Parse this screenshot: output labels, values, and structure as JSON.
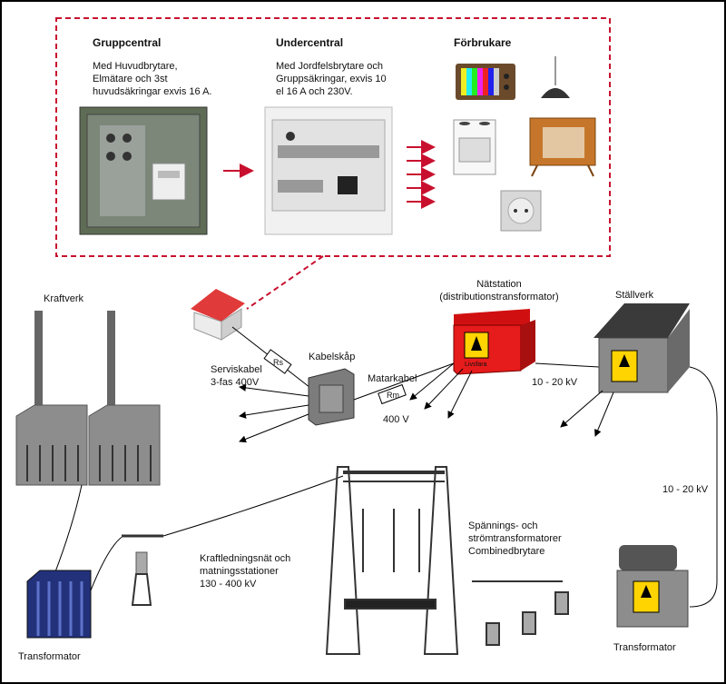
{
  "colors": {
    "dashed_box": "#c8102e",
    "arrow_red": "#c8102e",
    "frame": "#000000",
    "station_red": "#d7191c",
    "gray_box": "#8a8a8a",
    "transformer_blue": "#22317a",
    "warning_yellow": "#ffd400"
  },
  "top_panel": {
    "gruppcentral": {
      "title": "Gruppcentral",
      "desc": "Med Huvudbrytare,\nElmätare och 3st\nhuvudsäkringar exvis 16 A."
    },
    "undercentral": {
      "title": "Undercentral",
      "desc": "Med Jordfelsbrytare och\nGruppsäkringar, exvis 10\nel 16 A och 230V."
    },
    "forbrukare": {
      "title": "Förbrukare",
      "items": [
        "tv-icon",
        "ceiling-lamp-icon",
        "stove-icon",
        "radio-cabinet-icon",
        "wall-socket-icon"
      ]
    }
  },
  "labels": {
    "kraftverk": "Kraftverk",
    "transformator_left": "Transformator",
    "transformator_right": "Transformator",
    "servicekabel": "Serviskabel\n3-fas  400V",
    "kabelskap": "Kabelskåp",
    "matarkabel": "Matarkabel",
    "v400": "400 V",
    "natstation": "Nätstation\n(distributionstransformator)",
    "stallverk": "Ställverk",
    "kv_1": "10 - 20 kV",
    "kv_2": "10 - 20 kV",
    "kraftledning": "Kraftledningsnät och\nmatningsstationer\n130 - 400 kV",
    "spanning": "Spännings- och\nströmtransformatorer\nCombinedbrytare",
    "rs": "Rs",
    "rm": "Rm",
    "warning": "Livsfara"
  }
}
